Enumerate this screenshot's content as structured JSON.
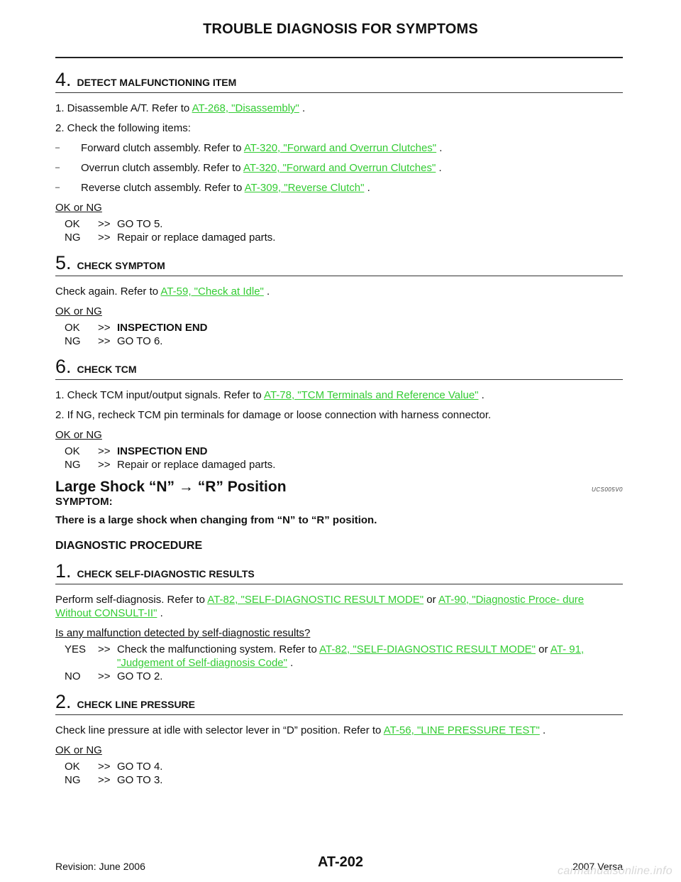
{
  "header": {
    "title": "TROUBLE DIAGNOSIS FOR SYMPTOMS"
  },
  "step4": {
    "num": "4.",
    "title": "DETECT MALFUNCTIONING ITEM",
    "line1": {
      "pre": "1. Disassemble A/T. Refer to ",
      "link": "AT-268, \"Disassembly\"",
      "post": " ."
    },
    "line2": "2. Check the following items:",
    "items": [
      {
        "mark": "–",
        "pre": "Forward clutch assembly. Refer to ",
        "link": "AT-320, \"Forward and Overrun Clutches\"",
        "post": " ."
      },
      {
        "mark": "–",
        "pre": "Overrun clutch assembly. Refer to ",
        "link": "AT-320, \"Forward and Overrun Clutches\"",
        "post": " ."
      },
      {
        "mark": "–",
        "pre": "Reverse clutch assembly. Refer to ",
        "link": "AT-309, \"Reverse Clutch\"",
        "post": " ."
      }
    ],
    "oknglabel": "OK or NG",
    "results": [
      {
        "code": "OK",
        "arrow": ">>",
        "text": "GO TO 5."
      },
      {
        "code": "NG",
        "arrow": ">>",
        "text": "Repair or replace damaged parts."
      }
    ]
  },
  "step5": {
    "num": "5.",
    "title": "CHECK SYMPTOM",
    "line1": {
      "pre": "Check again. Refer to ",
      "link": "AT-59, \"Check at Idle\"",
      "post": " ."
    },
    "oknglabel": "OK or NG",
    "results": [
      {
        "code": "OK",
        "arrow": ">>",
        "text": "INSPECTION END"
      },
      {
        "code": "NG",
        "arrow": ">>",
        "text": "GO TO 6."
      }
    ]
  },
  "step6": {
    "num": "6.",
    "title": "CHECK TCM",
    "line1": {
      "pre": "1. Check TCM input/output signals. Refer to ",
      "link": "AT-78, \"TCM Terminals and Reference Value\"",
      "post": " ."
    },
    "line2": "2. If NG, recheck TCM pin terminals for damage or loose connection with harness connector.",
    "oknglabel": "OK or NG",
    "results": [
      {
        "code": "OK",
        "arrow": ">>",
        "text": "INSPECTION END"
      },
      {
        "code": "NG",
        "arrow": ">>",
        "text": "Repair or replace damaged parts."
      }
    ]
  },
  "section": {
    "title": "Large Shock “N” → “R” Position",
    "code": "UCS005V0",
    "symptom_label": "SYMPTOM:",
    "symptom_text": "There is a large shock when changing from “N” to “R” position.",
    "procedure_label": "DIAGNOSTIC PROCEDURE"
  },
  "dstep1": {
    "num": "1.",
    "title": "CHECK SELF-DIAGNOSTIC RESULTS",
    "pre": "Perform self-diagnosis. Refer to ",
    "link1": "AT-82, \"SELF-DIAGNOSTIC RESULT MODE\"",
    "mid": "  or ",
    "link2": "AT-90, \"Diagnostic Proce- dure Without CONSULT-II\"",
    "post": " .",
    "question": "Is any malfunction detected by self-diagnostic results?",
    "yes": {
      "code": "YES",
      "arrow": ">>",
      "pre": "Check the malfunctioning system. Refer to ",
      "link1": "AT-82, \"SELF-DIAGNOSTIC RESULT MODE\"",
      "mid": "  or ",
      "link2": "AT- 91, \"Judgement of Self-diagnosis Code\"",
      "post": " ."
    },
    "no": {
      "code": "NO",
      "arrow": ">>",
      "text": "GO TO 2."
    }
  },
  "dstep2": {
    "num": "2.",
    "title": "CHECK LINE PRESSURE",
    "line1": {
      "pre": "Check line pressure at idle with selector lever in “D” position. Refer to ",
      "link": "AT-56, \"LINE PRESSURE TEST\"",
      "post": " ."
    },
    "oknglabel": "OK or NG",
    "results": [
      {
        "code": "OK",
        "arrow": ">>",
        "text": "GO TO 4."
      },
      {
        "code": "NG",
        "arrow": ">>",
        "text": "GO TO 3."
      }
    ]
  },
  "footer": {
    "revision": "Revision: June 2006",
    "page": "AT-202",
    "model": "2007 Versa",
    "watermark": "carmanualsonline.info"
  }
}
